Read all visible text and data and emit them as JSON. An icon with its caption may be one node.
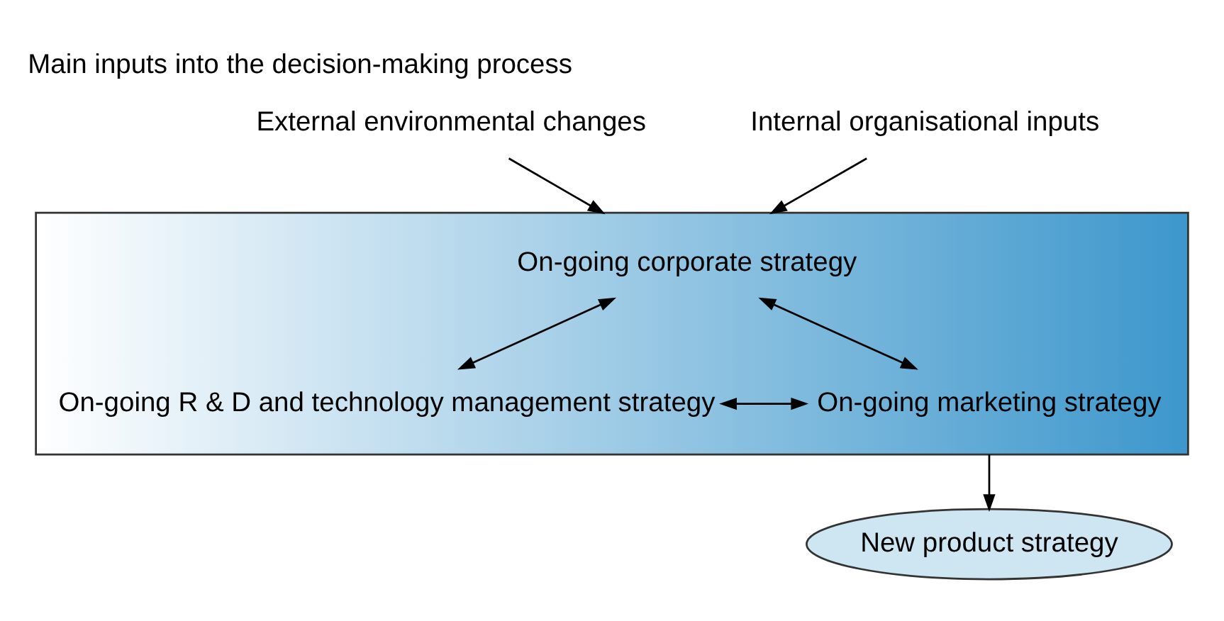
{
  "diagram": {
    "title": "Main inputs into the decision-making process",
    "nodes": [
      {
        "text": [],
        "shape": "triangle"
      },
      {
        "text": [
          "External environmental changes"
        ]
      },
      {
        "text": [
          "Internal organisational inputs"
        ]
      },
      {
        "text": [
          "On-going corporate strategy"
        ],
        "in": 0
      },
      {
        "text": [
          "On-going R & D and technology management strategy"
        ],
        "in": 0
      },
      {
        "text": [
          "On-going marketing strategy"
        ],
        "in": 0
      },
      {
        "text": [
          "New product strategy"
        ]
      }
    ],
    "edges": [
      {
        "from": 1,
        "to": 0,
        "arrow": "to"
      },
      {
        "from": 2,
        "to": 0,
        "arrow": "to"
      },
      {
        "from": 3,
        "to": 4,
        "arrow": "both"
      },
      {
        "from": 3,
        "to": 5,
        "arrow": "both"
      },
      {
        "from": 4,
        "to": 5,
        "arrow": "both"
      },
      {
        "from": 0,
        "to": 6,
        "arrow": "to"
      }
    ]
  }
}
